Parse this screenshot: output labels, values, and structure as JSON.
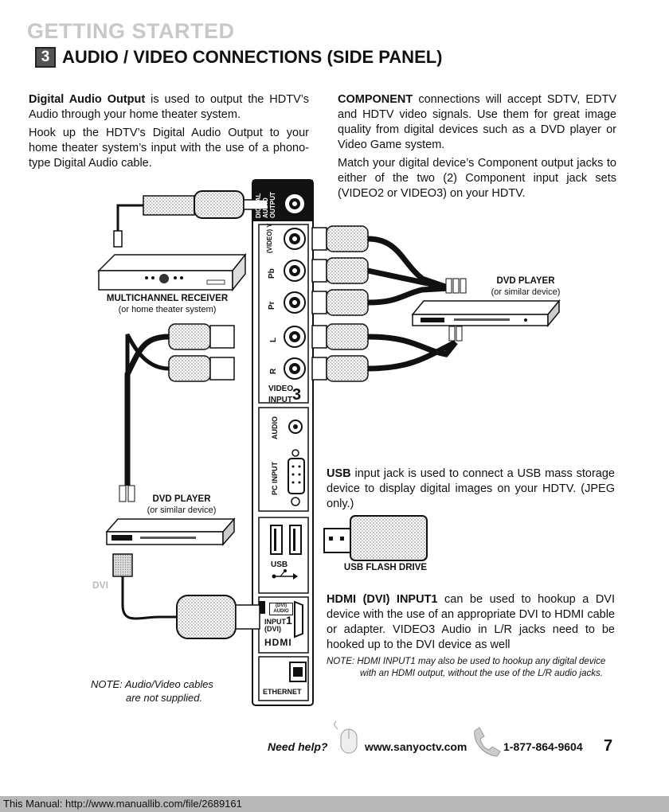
{
  "header": {
    "section": "GETTING STARTED",
    "step_number": "3",
    "title": "AUDIO / VIDEO CONNECTIONS (SIDE PANEL)"
  },
  "left_text": {
    "p1_bold": "Digital Audio Output",
    "p1_rest": " is used to output the HDTV’s Audio through your home theater system.",
    "p2": "Hook up the HDTV’s Digital Audio Output to your home theater system’s input with the use of a phono-type Digital Audio cable."
  },
  "right_text": {
    "p1_bold": "COMPONENT",
    "p1_rest": " connections will accept SDTV, EDTV and HDTV video signals. Use them for great image quality from digital devices such as a DVD player or Video Game system.",
    "p2": "Match your digital device’s Component output jacks to either of the two (2) Component input jack sets (VIDEO2 or VIDEO3) on your HDTV."
  },
  "usb_text": {
    "bold": "USB",
    "rest": " input jack is used to connect a USB mass storage device to display digital images on your HDTV. (JPEG only.)"
  },
  "hdmi_text": {
    "bold": "HDMI (DVI) INPUT1",
    "rest": " can be used to hookup a DVI device with the use of an appropriate DVI to HDMI cable or adapter. VIDEO3 Audio in L/R jacks need to be hooked up to the DVI device as well",
    "note_label": "NOTE",
    "note_text": ": HDMI INPUT1 may also be used to hookup any digital device with an HDMI output, without the use of the L/R audio jacks."
  },
  "left_note": {
    "label": "NOTE",
    "line1": ": Audio/Video  cables",
    "line2": "are not supplied."
  },
  "captions": {
    "receiver_name": "MULTICHANNEL RECEIVER",
    "receiver_sub": "(or home theater system)",
    "dvd_right_name": "DVD PLAYER",
    "dvd_right_sub": "(or similar device)",
    "dvd_left_name": "DVD PLAYER",
    "dvd_left_sub": "(or similar device)",
    "usb_drive": "USB FLASH DRIVE",
    "dvi": "DVI"
  },
  "panel_labels": {
    "digital_audio": [
      "DIGITAL",
      "AUDIO",
      "OUTPUT"
    ],
    "video_y": "(VIDEO) Y",
    "pb": "Pb",
    "pr": "Pr",
    "l": "L",
    "r": "R",
    "video_input": "VIDEO",
    "input": "INPUT",
    "input_num": "3",
    "audio": "AUDIO",
    "pc_input": "PC INPUT",
    "usb": "USB",
    "dvi_audio": "(DVI) AUDIO",
    "hdmi_input": "INPUT",
    "hdmi_input_num": "1",
    "hdmi_dvi": "(DVI)",
    "hdmi_logo": "HDMI",
    "ethernet": "ETHERNET"
  },
  "footer": {
    "need_help": "Need help?",
    "website": "www.sanyoctv.com",
    "phone": "1-877-864-9604",
    "page_number": "7",
    "manual_line": "This Manual: http://www.manuallib.com/file/2689161"
  }
}
